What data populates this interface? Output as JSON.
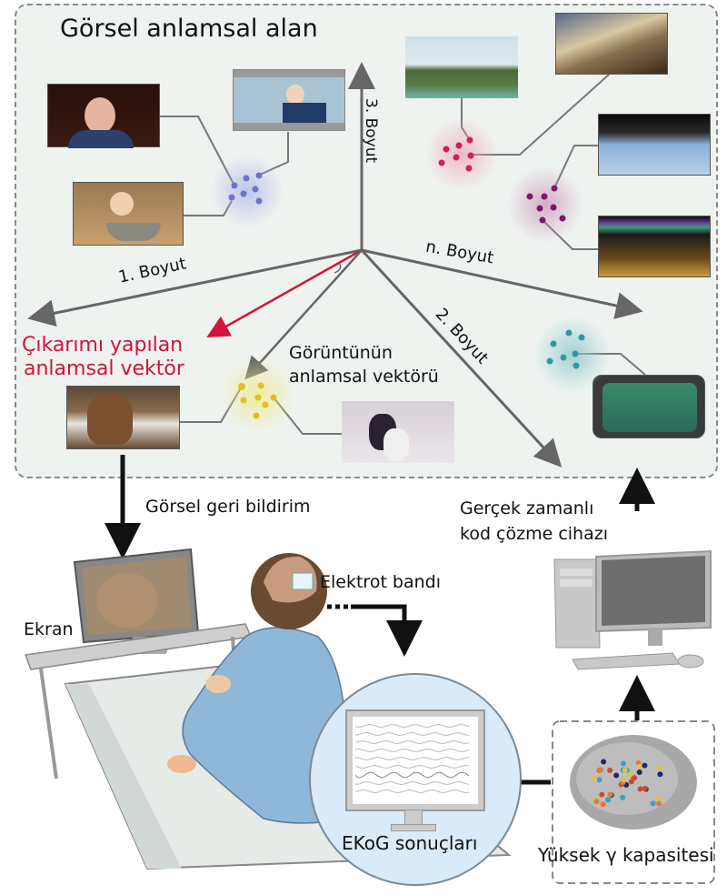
{
  "panel": {
    "title": "Görsel anlamsal alan",
    "axes": {
      "axis1": "1. Boyut",
      "axis2": "2. Boyut",
      "axis3": "3. Boyut",
      "axisn": "n. Boyut"
    },
    "inferred_vector_label": [
      "Çıkarımı yapılan",
      "anlamsal vektör"
    ],
    "image_vector_label": [
      "Görüntünün",
      "anlamsal vektörü"
    ],
    "clusters": [
      {
        "name": "people-cluster",
        "color": "#6b73c9"
      },
      {
        "name": "landscape-cluster",
        "color": "#d21e5a"
      },
      {
        "name": "space-cluster",
        "color": "#7a1a64"
      },
      {
        "name": "animal-cluster",
        "color": "#e0c21a"
      },
      {
        "name": "device-cluster",
        "color": "#2b9aa0"
      }
    ],
    "inferred_vector_color": "#d2143a"
  },
  "feedback_label": "Görsel geri bildirim",
  "screen_label": "Ekran",
  "electrode_label": "Elektrot bandı",
  "decoder_label": [
    "Gerçek zamanlı",
    "kod çözme cihazı"
  ],
  "ekog_label": "EKoG sonuçları",
  "gamma_label": "Yüksek γ kapasitesi"
}
